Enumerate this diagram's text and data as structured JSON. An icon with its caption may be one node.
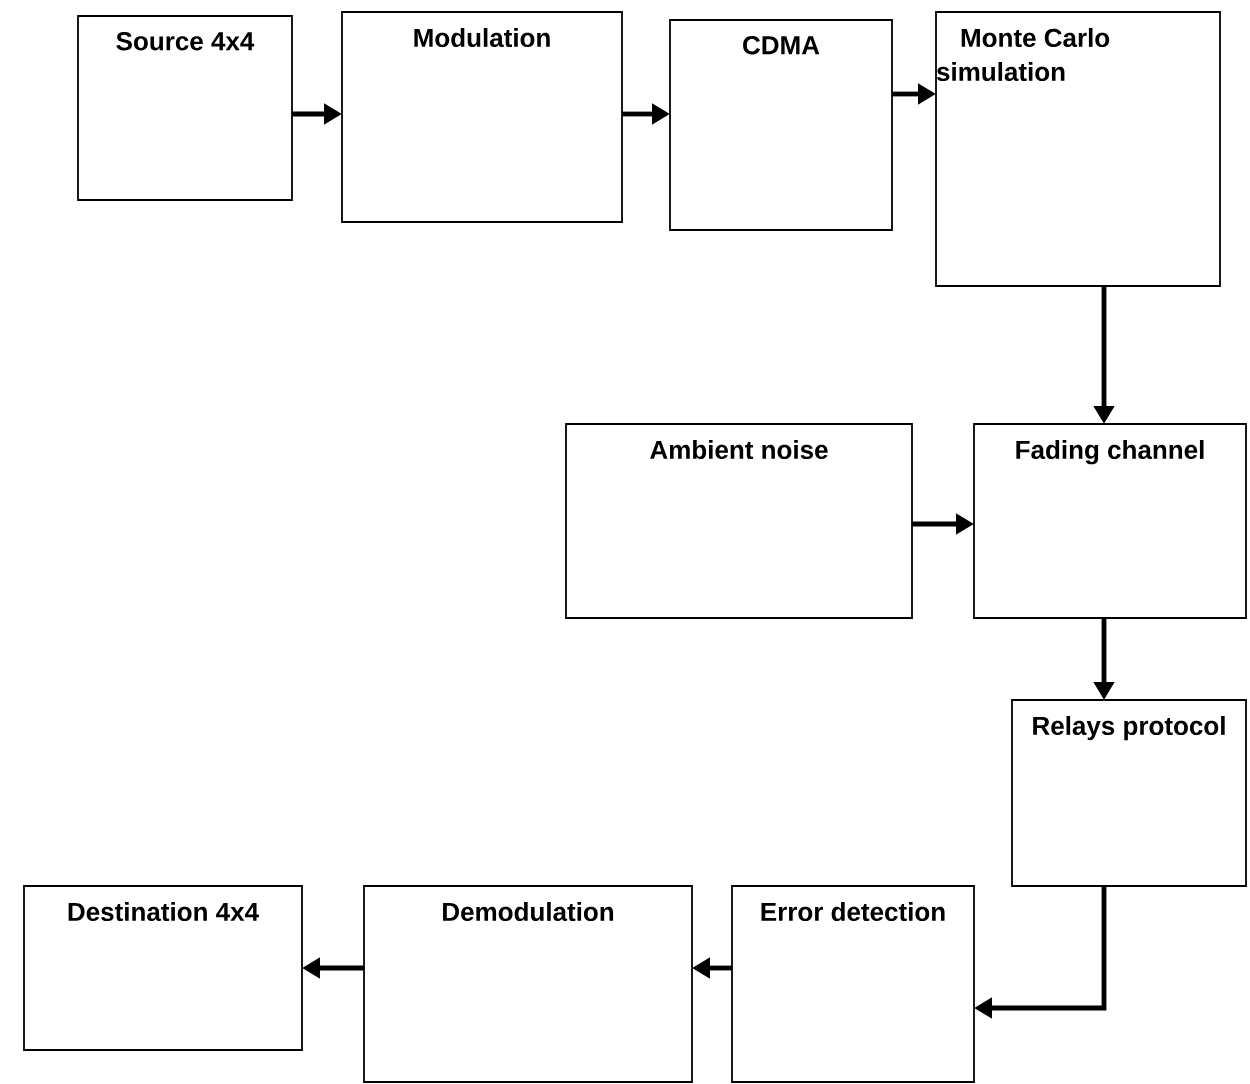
{
  "diagram": {
    "nodes": [
      {
        "text": [
          "Source 4x4"
        ]
      },
      {
        "text": [
          "Modulation"
        ]
      },
      {
        "text": [
          "CDMA"
        ]
      },
      {
        "text": [
          "Monte Carlo simulation"
        ]
      },
      {
        "text": [
          "Ambient noise"
        ]
      },
      {
        "text": [
          "Fading channel"
        ]
      },
      {
        "text": [
          "Relays protocol"
        ]
      },
      {
        "text": [
          "Destination 4x4"
        ]
      },
      {
        "text": [
          "Demodulation"
        ]
      },
      {
        "text": [
          "Error detection"
        ]
      }
    ],
    "edges": [
      {
        "from": 0,
        "to": 1,
        "arrow": "to"
      },
      {
        "from": 1,
        "to": 2,
        "arrow": "to"
      },
      {
        "from": 2,
        "to": 3,
        "arrow": "to"
      },
      {
        "from": 3,
        "to": 5,
        "arrow": "to"
      },
      {
        "from": 4,
        "to": 5,
        "arrow": "to"
      },
      {
        "from": 5,
        "to": 6,
        "arrow": "to"
      },
      {
        "from": 6,
        "to": 9,
        "arrow": "to"
      },
      {
        "from": 9,
        "to": 8,
        "arrow": "to"
      },
      {
        "from": 8,
        "to": 7,
        "arrow": "to"
      }
    ]
  }
}
